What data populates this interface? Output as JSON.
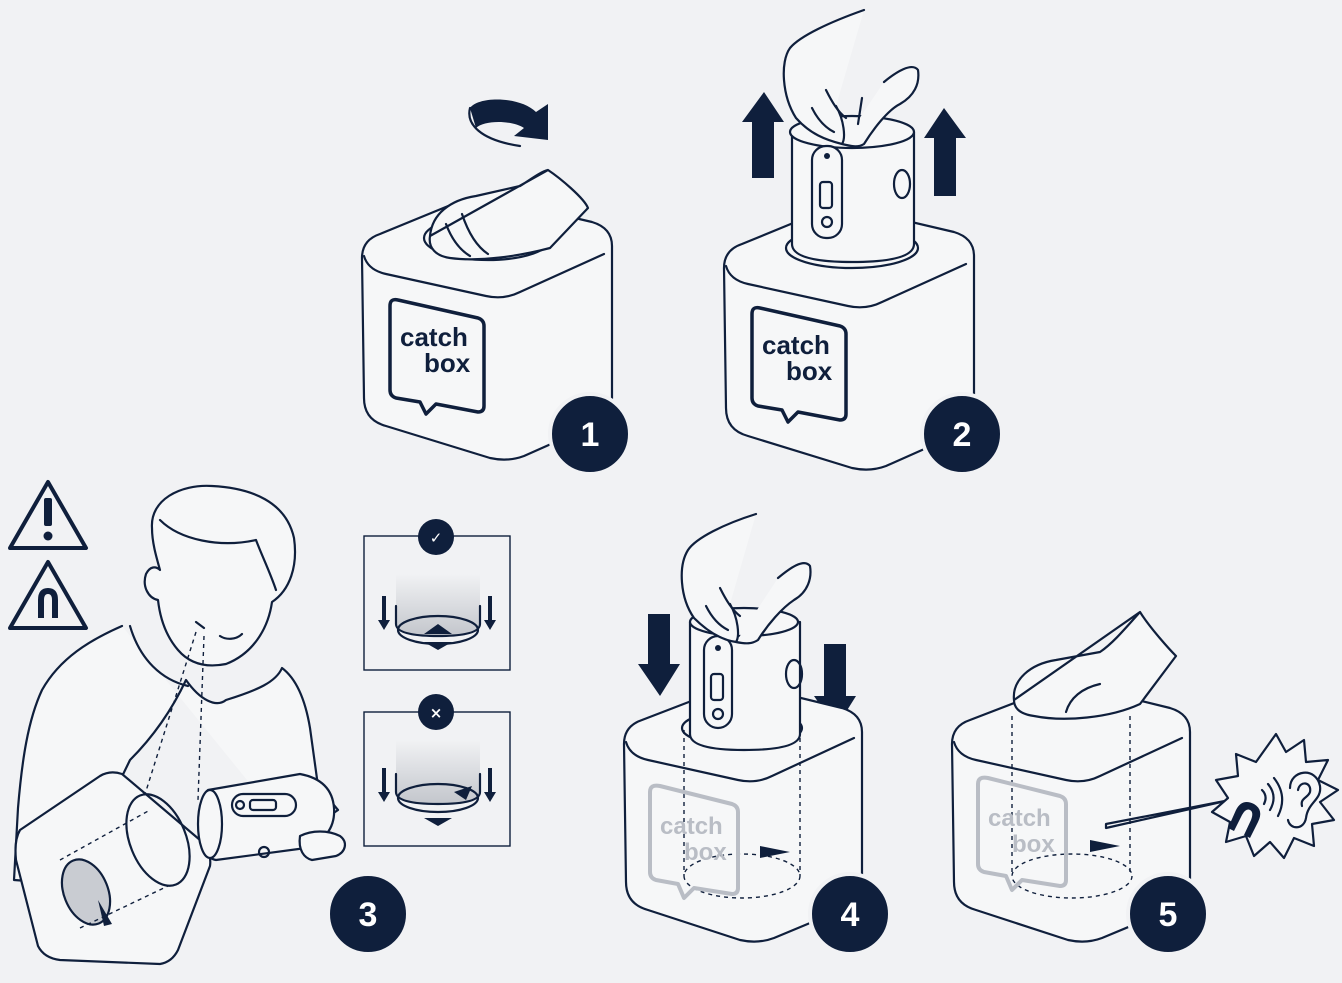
{
  "brand": {
    "logo_line1": "catch",
    "logo_line2": "box"
  },
  "steps": [
    {
      "number": "1"
    },
    {
      "number": "2"
    },
    {
      "number": "3"
    },
    {
      "number": "4"
    },
    {
      "number": "5"
    }
  ],
  "warnings": {
    "general_icon": "exclamation-warning-icon",
    "magnet_icon": "magnet-warning-icon"
  },
  "insets": {
    "correct_mark": "✓",
    "wrong_mark": "×"
  },
  "colors": {
    "navy": "#0f1f3c",
    "background": "#f1f2f4",
    "ghost_logo": "#b9bdc5"
  }
}
